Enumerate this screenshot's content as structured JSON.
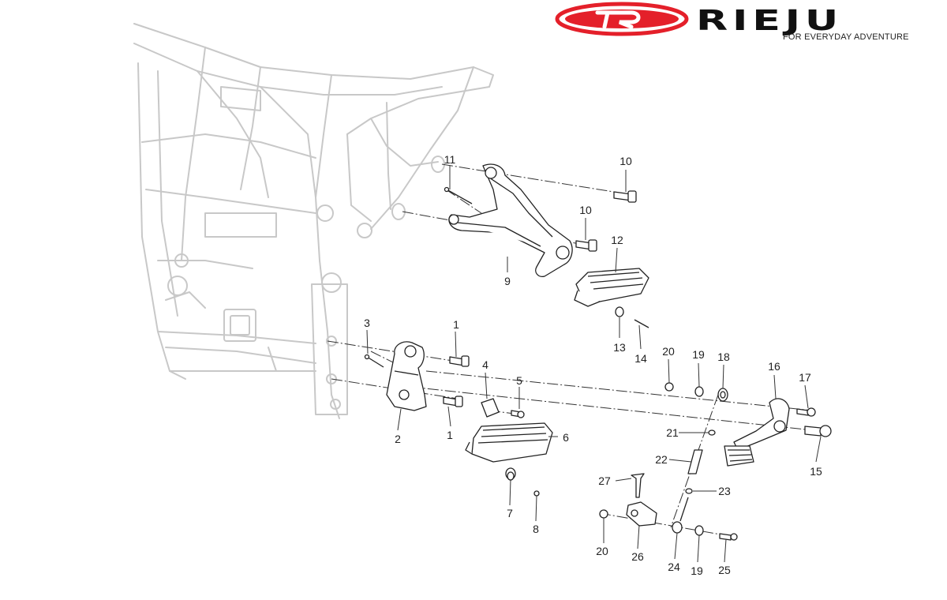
{
  "brand": {
    "name": "RIEJU",
    "tagline": "FOR EVERYDAY ADVENTURE",
    "accent_color": "#e4202a",
    "logo_letter": "R"
  },
  "diagram": {
    "line_color": "#333333",
    "frame_color": "#c8c8c8",
    "part_numbers": [
      "1",
      "1",
      "2",
      "3",
      "4",
      "5",
      "6",
      "7",
      "8",
      "9",
      "10",
      "10",
      "11",
      "12",
      "13",
      "14",
      "15",
      "16",
      "17",
      "18",
      "19",
      "19",
      "20",
      "20",
      "21",
      "22",
      "23",
      "24",
      "25",
      "26",
      "27"
    ]
  }
}
